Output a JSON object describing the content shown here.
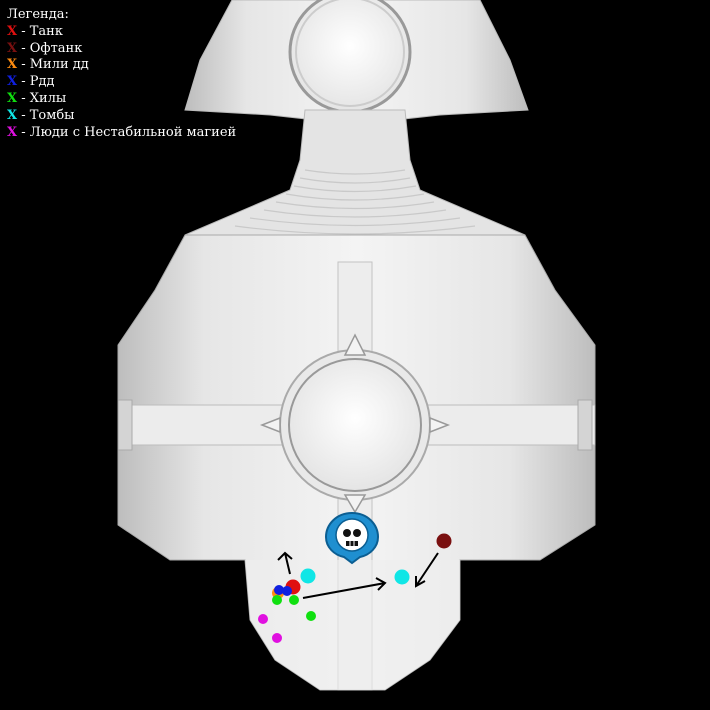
{
  "legend": {
    "title": "Легенда:",
    "items": [
      {
        "mark": "X",
        "label": " - Танк",
        "color": "#e01010"
      },
      {
        "mark": "X",
        "label": " - Офтанк",
        "color": "#7a1010"
      },
      {
        "mark": "X",
        "label": " - Мили дд",
        "color": "#ff8c10"
      },
      {
        "mark": "X",
        "label": " - Рдд",
        "color": "#1020e0"
      },
      {
        "mark": "X",
        "label": " - Хилы",
        "color": "#10e010"
      },
      {
        "mark": "X",
        "label": " - Томбы",
        "color": "#10e6e6"
      },
      {
        "mark": "X",
        "label": " - Люди с Нестабильной магией",
        "color": "#e010e0"
      }
    ]
  },
  "boss_icon": "skull-icon",
  "colors": {
    "background": "#000000",
    "floor": "#e8e8e8",
    "boss_ring": "#29a9e0",
    "arrow": "#000000"
  }
}
